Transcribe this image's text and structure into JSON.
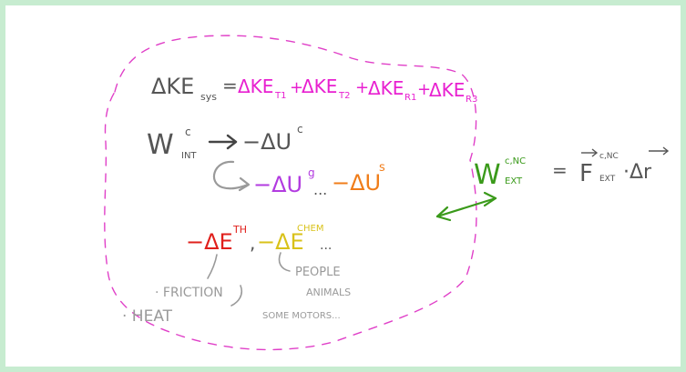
{
  "colors": {
    "frame": "#c7ecd0",
    "boundary": "#e040c8",
    "ke": "#e81fd0",
    "gray": "#555555",
    "light_gray": "#9a9a9a",
    "purple": "#b23be0",
    "orange": "#f07d1a",
    "red": "#e0201c",
    "yellow": "#d9c21a",
    "green": "#3a9a1a",
    "dark": "#444444"
  },
  "equations": {
    "ke_lhs": "ΔKE",
    "ke_lhs_sub": "sys",
    "ke_eq": "=",
    "ke_rhs": [
      "ΔKE",
      "T1",
      "+",
      "ΔKE",
      "T2",
      "+",
      "ΔKE",
      "R1",
      "+",
      "ΔKE",
      "R3"
    ],
    "w_int": "W",
    "w_int_sup": "c",
    "w_int_sub": "INT",
    "du_c": "−ΔU",
    "du_c_sup": "c",
    "du_g": "−ΔU",
    "du_g_sup": "g",
    "dots1": "...",
    "du_s": "−ΔU",
    "du_s_sup": "s",
    "de_th": "−ΔE",
    "de_th_sup": "TH",
    "comma": ",",
    "de_chem": "−ΔE",
    "de_chem_sup": "CHEM",
    "dots2": "...",
    "w_ext": "W",
    "w_ext_sup": "c,NC",
    "w_ext_sub": "EXT",
    "eq2": "=",
    "f_ext": "F",
    "f_ext_sup": "c,NC",
    "f_ext_sub": "EXT",
    "dot_dr": "·Δr"
  },
  "notes": {
    "friction": "· FRICTION",
    "heat": "· HEAT",
    "people": "PEOPLE",
    "animals": "ANIMALS",
    "motors": "SOME MOTORS..."
  }
}
